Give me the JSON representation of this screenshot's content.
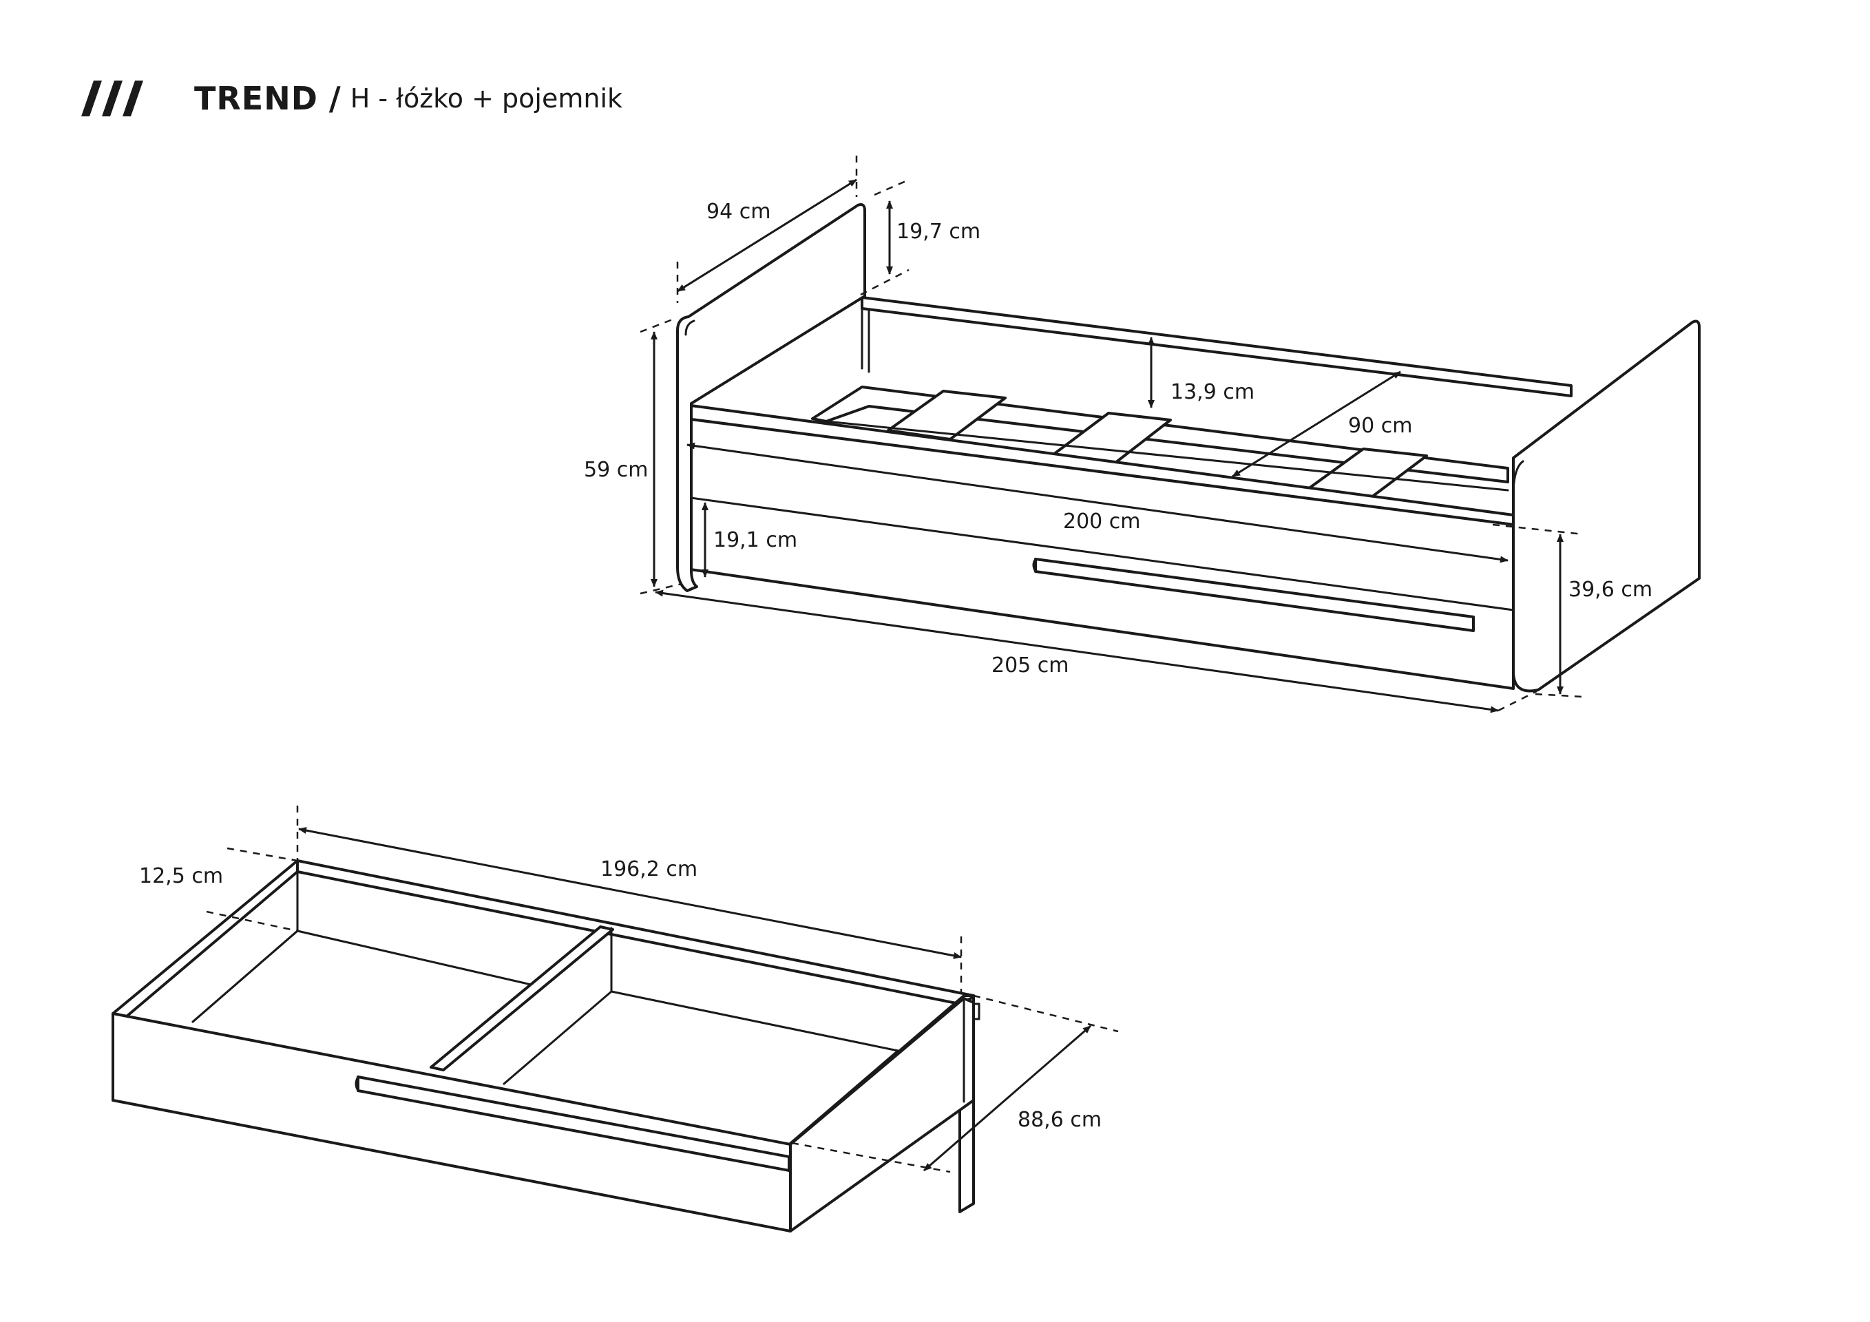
{
  "header": {
    "title": "TREND",
    "separator": "/",
    "subtitle": "H - łóżko + pojemnik",
    "logo_icon": "triple-slash-icon"
  },
  "bed": {
    "dimensions": {
      "depth": "94 cm",
      "headboard_top": "19,7 cm",
      "inner_height": "13,9 cm",
      "inner_width": "90 cm",
      "total_height": "59 cm",
      "inner_length": "200 cm",
      "base_height": "19,1 cm",
      "side_height": "39,6 cm",
      "total_length": "205 cm"
    }
  },
  "drawer": {
    "dimensions": {
      "height": "12,5 cm",
      "length": "196,2 cm",
      "depth": "88,6 cm"
    }
  },
  "colors": {
    "line": "#1a1a1a",
    "background": "#ffffff"
  }
}
